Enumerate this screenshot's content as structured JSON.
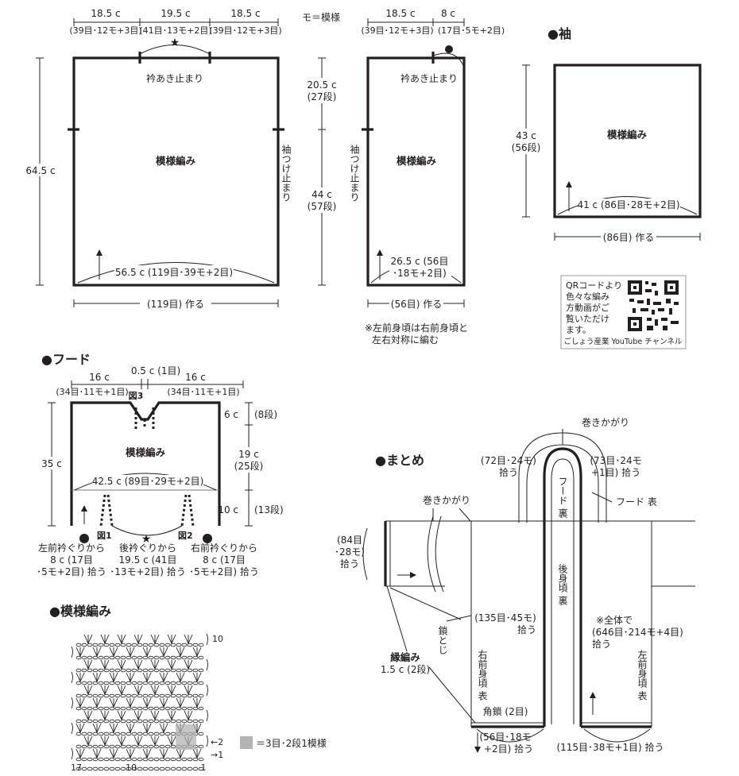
{
  "legend": {
    "mo": "モ＝模様"
  },
  "back": {
    "w_left": "18.5 c",
    "w_mid": "19.5 c",
    "w_right": "18.5 c",
    "w_left_sub": "(39目･12モ+3目)",
    "w_mid_sub": "(41目･13モ+2目)",
    "w_right_sub": "(39目･12モ+3目)",
    "neck": "衿あき止まり",
    "sleeve_stop": "袖つけ止まり",
    "height": "64.5 c",
    "pattern": "模様編み",
    "bottom": "56.5 c (119目･39モ+2目)",
    "base": "(119目) 作る"
  },
  "front": {
    "w_left": "18.5 c",
    "w_right": "8 c",
    "w_left_sub": "(39目･12モ+3目)",
    "w_right_sub": "(17目･5モ+2目)",
    "neck": "衿あき止まり",
    "h_top": "20.5 c",
    "h_top_sub": "(27段)",
    "h_bottom": "44 c",
    "h_bottom_sub": "(57段)",
    "sleeve_stop": "袖つけ止まり",
    "pattern": "模様編み",
    "bottom_1": "26.5 c (56目",
    "bottom_2": "･18モ+2目)",
    "base": "(56目) 作る",
    "note_1": "※左前身頃は右前身頃と",
    "note_2": "左右対称に編む"
  },
  "sleeve": {
    "title": "●袖",
    "height": "43 c",
    "height_sub": "(56段)",
    "pattern": "模様編み",
    "bottom": "41 c (86目･28モ+2目)",
    "base": "(86目) 作る"
  },
  "qr": {
    "line1": "QRコードより",
    "line2": "色々な編み",
    "line3": "方動画がご",
    "line4": "覧いただけ",
    "line5": "ます。",
    "channel": "ごしょう産業 YouTube チャンネル"
  },
  "hood": {
    "title": "●フード",
    "w_left": "16 c",
    "w_mid": "0.5 c (1目)",
    "w_right": "16 c",
    "w_left_sub": "(34目･11モ+1目)",
    "w_right_sub": "(34目･11モ+1目)",
    "fig3": "図3",
    "height": "35 c",
    "pattern": "模様編み",
    "r_top": "6 c",
    "r_top_sub": "(8段)",
    "r_mid": "19 c",
    "r_mid_sub": "(25段)",
    "r_bot": "10 c",
    "r_bot_sub": "(13段)",
    "bottom": "42.5 c (89目･29モ+2目)",
    "fig1": "図1",
    "fig2": "図2",
    "pick_left_1": "左前衿ぐりから",
    "pick_left_2": "8 c (17目",
    "pick_left_3": "･5モ+2目) 拾う",
    "pick_mid_1": "後衿ぐりから",
    "pick_mid_2": "19.5 c (41目",
    "pick_mid_3": "･13モ+2目) 拾う",
    "pick_right_1": "右前衿ぐりから",
    "pick_right_2": "8 c (17目",
    "pick_right_3": "･5モ+2目) 拾う"
  },
  "pattern_chart": {
    "title": "●模様編み",
    "row_top": "10",
    "row_2": "←2",
    "row_1": "→1",
    "col_17": "17",
    "col_10": "10",
    "col_1": "1",
    "legend": "＝3目･2段1模様"
  },
  "assembly": {
    "title": "●まとめ",
    "whip_top": "巻きかがり",
    "hood_left_1": "(72目･24モ)",
    "hood_left_2": "拾う",
    "hood_right_1": "(73目･24モ",
    "hood_right_2": "+1目) 拾う",
    "hood_inside": "フード 裏",
    "hood_outside": "フード 表",
    "whip_left": "巻きかがり",
    "sleeve_pick_1": "(84目",
    "sleeve_pick_2": "･28モ)",
    "sleeve_pick_3": "拾う",
    "back_inside": "後身頃 裏",
    "chain_join": "鎖とじ",
    "front_pick_1": "(135目･45モ)",
    "front_pick_2": "拾う",
    "total_1": "※全体で",
    "total_2": "(646目･214モ+4目)",
    "total_3": "拾う",
    "border": "縁編み",
    "border_sub": "1.5 c (2段)",
    "right_front": "右前身頃 表",
    "left_front": "左前身頃 表",
    "corner": "角鎖 (2目)",
    "bottom_left_1": "(56目･18モ",
    "bottom_left_2": "+2目) 拾う",
    "bottom_right": "(115目･38モ+1目) 拾う"
  }
}
